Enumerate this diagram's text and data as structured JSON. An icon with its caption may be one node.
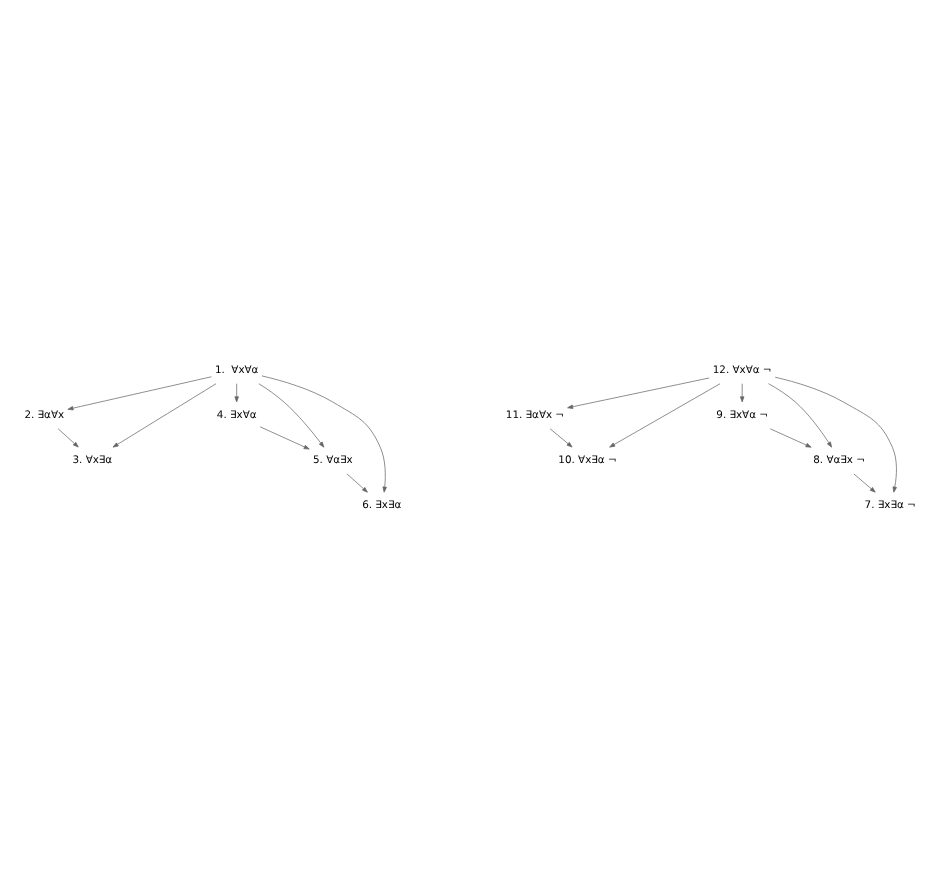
{
  "diagram": {
    "nodes": [
      {
        "text": [
          "1.  ∀x∀α"
        ]
      },
      {
        "text": [
          "2. ∃α∀x"
        ]
      },
      {
        "text": [
          "3. ∀x∃α"
        ]
      },
      {
        "text": [
          "4. ∃x∀α"
        ]
      },
      {
        "text": [
          "5. ∀α∃x"
        ]
      },
      {
        "text": [
          "6. ∃x∃α"
        ]
      },
      {
        "text": [
          "12. ∀x∀α ¬"
        ]
      },
      {
        "text": [
          "11. ∃α∀x ¬"
        ]
      },
      {
        "text": [
          "10. ∀x∃α ¬"
        ]
      },
      {
        "text": [
          "9. ∃x∀α ¬"
        ]
      },
      {
        "text": [
          "8. ∀α∃x ¬"
        ]
      },
      {
        "text": [
          "7. ∃x∃α ¬"
        ]
      }
    ],
    "edges": [
      {
        "from": 0,
        "to": 1,
        "arrow": "to"
      },
      {
        "from": 0,
        "to": 2,
        "arrow": "to"
      },
      {
        "from": 0,
        "to": 3,
        "arrow": "to"
      },
      {
        "from": 0,
        "to": 4,
        "arrow": "to"
      },
      {
        "from": 0,
        "to": 5,
        "arrow": "to"
      },
      {
        "from": 1,
        "to": 2,
        "arrow": "to"
      },
      {
        "from": 3,
        "to": 4,
        "arrow": "to"
      },
      {
        "from": 4,
        "to": 5,
        "arrow": "to"
      },
      {
        "from": 6,
        "to": 7,
        "arrow": "to"
      },
      {
        "from": 6,
        "to": 8,
        "arrow": "to"
      },
      {
        "from": 6,
        "to": 9,
        "arrow": "to"
      },
      {
        "from": 6,
        "to": 10,
        "arrow": "to"
      },
      {
        "from": 6,
        "to": 11,
        "arrow": "to"
      },
      {
        "from": 7,
        "to": 8,
        "arrow": "to"
      },
      {
        "from": 9,
        "to": 10,
        "arrow": "to"
      },
      {
        "from": 10,
        "to": 11,
        "arrow": "to"
      }
    ]
  }
}
